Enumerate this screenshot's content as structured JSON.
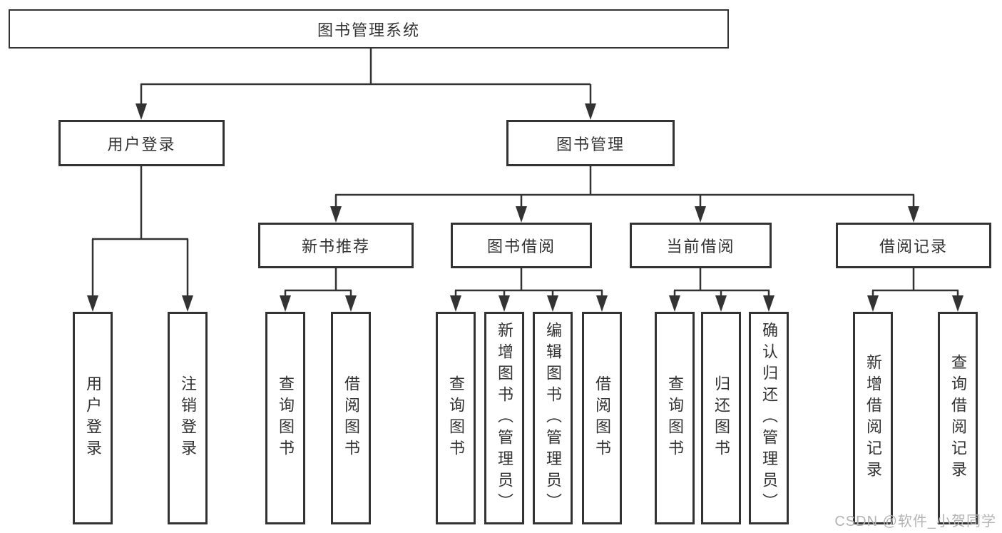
{
  "diagram": {
    "root": {
      "label": "图书管理系统"
    },
    "branches": [
      {
        "label": "用户登录",
        "leaves": [
          {
            "label": "用户登录"
          },
          {
            "label": "注销登录"
          }
        ]
      },
      {
        "label": "图书管理",
        "sections": [
          {
            "label": "新书推荐",
            "leaves": [
              {
                "label": "查询图书"
              },
              {
                "label": "借阅图书"
              }
            ]
          },
          {
            "label": "图书借阅",
            "leaves": [
              {
                "label": "查询图书"
              },
              {
                "label": "新增图书（管理员）"
              },
              {
                "label": "编辑图书（管理员）"
              },
              {
                "label": "借阅图书"
              }
            ]
          },
          {
            "label": "当前借阅",
            "leaves": [
              {
                "label": "查询图书"
              },
              {
                "label": "归还图书"
              },
              {
                "label": "确认归还（管理员）"
              }
            ]
          },
          {
            "label": "借阅记录",
            "leaves": [
              {
                "label": "新增借阅记录"
              },
              {
                "label": "查询借阅记录"
              }
            ]
          }
        ]
      }
    ]
  },
  "watermark": {
    "text": "CSDN @软件_小贺同学"
  },
  "colors": {
    "line": "#333333",
    "text": "#333333",
    "watermark": "#b3b3b3",
    "background": "#ffffff"
  }
}
